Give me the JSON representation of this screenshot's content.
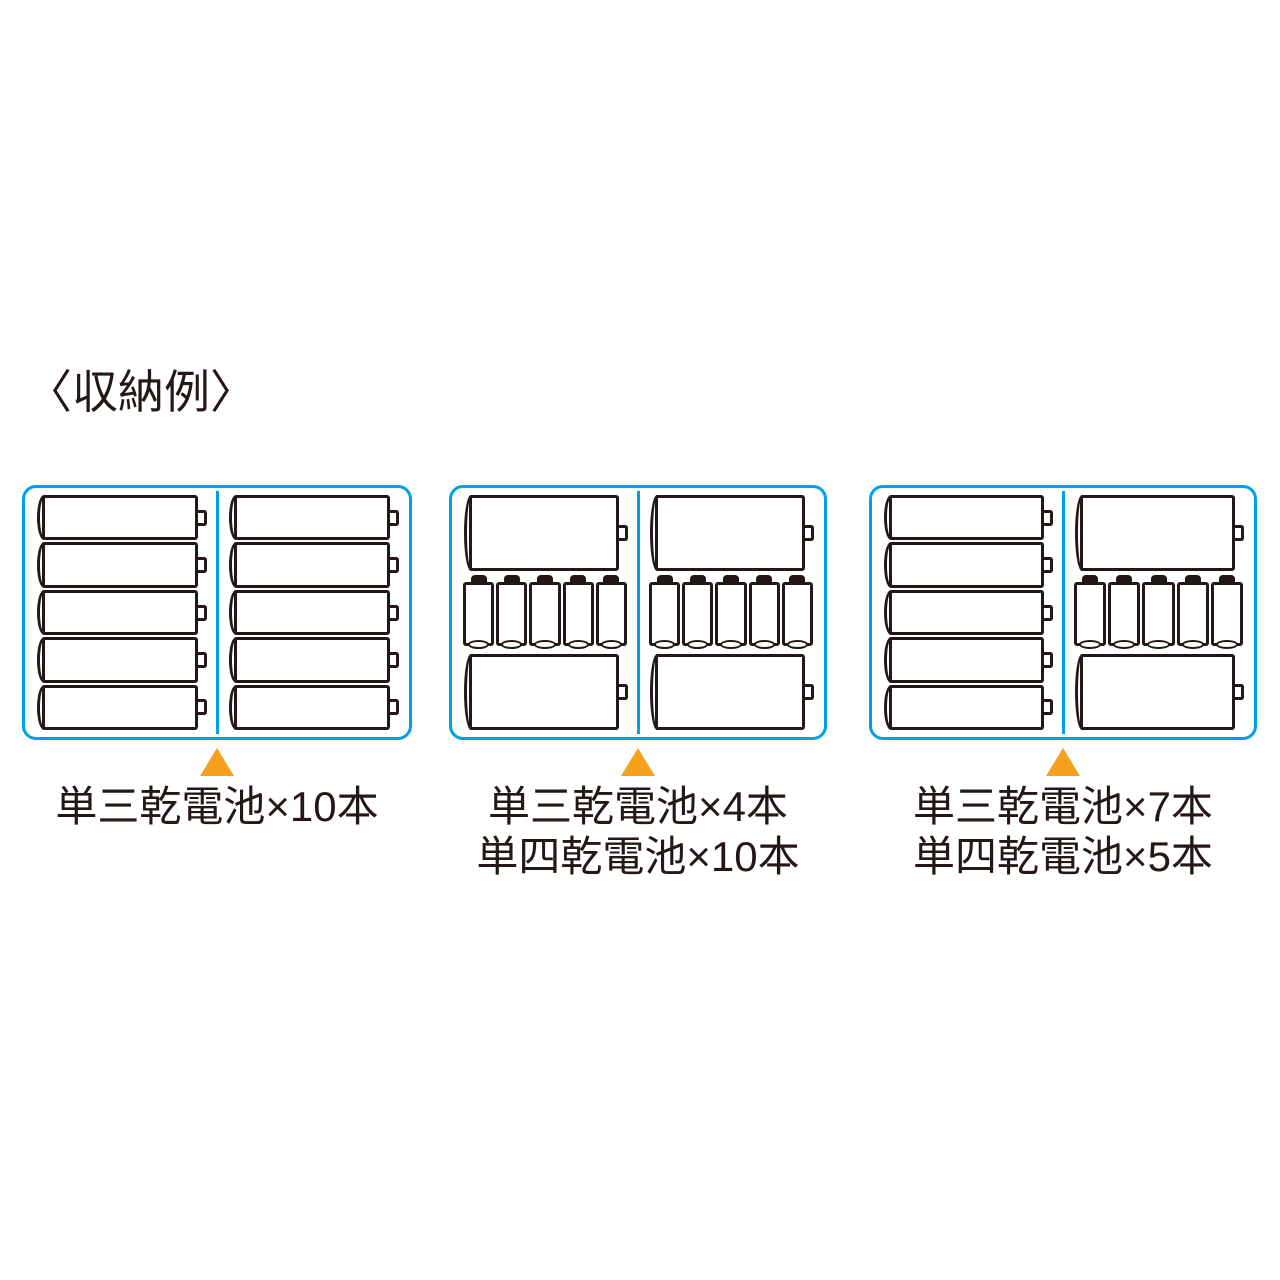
{
  "heading": "〈収納例〉",
  "colors": {
    "case_outline": "#00A0E9",
    "battery_outline": "#231815",
    "arrow": "#F5A11D",
    "background": "#FFFFFF"
  },
  "panels": [
    {
      "id": "panel-1",
      "arrow": "▲",
      "captions": [
        "単三乾電池×10本"
      ],
      "left_half": {
        "horizontal_aa": 5,
        "vertical_aaa": 0
      },
      "right_half": {
        "horizontal_aa": 5,
        "vertical_aaa": 0
      },
      "totals": {
        "aa": 10,
        "aaa": 0
      }
    },
    {
      "id": "panel-2",
      "arrow": "▲",
      "captions": [
        "単三乾電池×4本",
        "単四乾電池×10本"
      ],
      "left_half": {
        "horizontal_aa": 2,
        "vertical_aaa": 5
      },
      "right_half": {
        "horizontal_aa": 2,
        "vertical_aaa": 5
      },
      "totals": {
        "aa": 4,
        "aaa": 10
      }
    },
    {
      "id": "panel-3",
      "arrow": "▲",
      "captions": [
        "単三乾電池×7本",
        "単四乾電池×5本"
      ],
      "left_half": {
        "horizontal_aa": 5,
        "vertical_aaa": 0
      },
      "right_half": {
        "horizontal_aa": 2,
        "vertical_aaa": 5
      },
      "totals": {
        "aa": 7,
        "aaa": 5
      }
    }
  ],
  "labels": {
    "aa_name": "単三乾電池",
    "aaa_name": "単四乾電池",
    "unit": "本",
    "times": "×"
  }
}
